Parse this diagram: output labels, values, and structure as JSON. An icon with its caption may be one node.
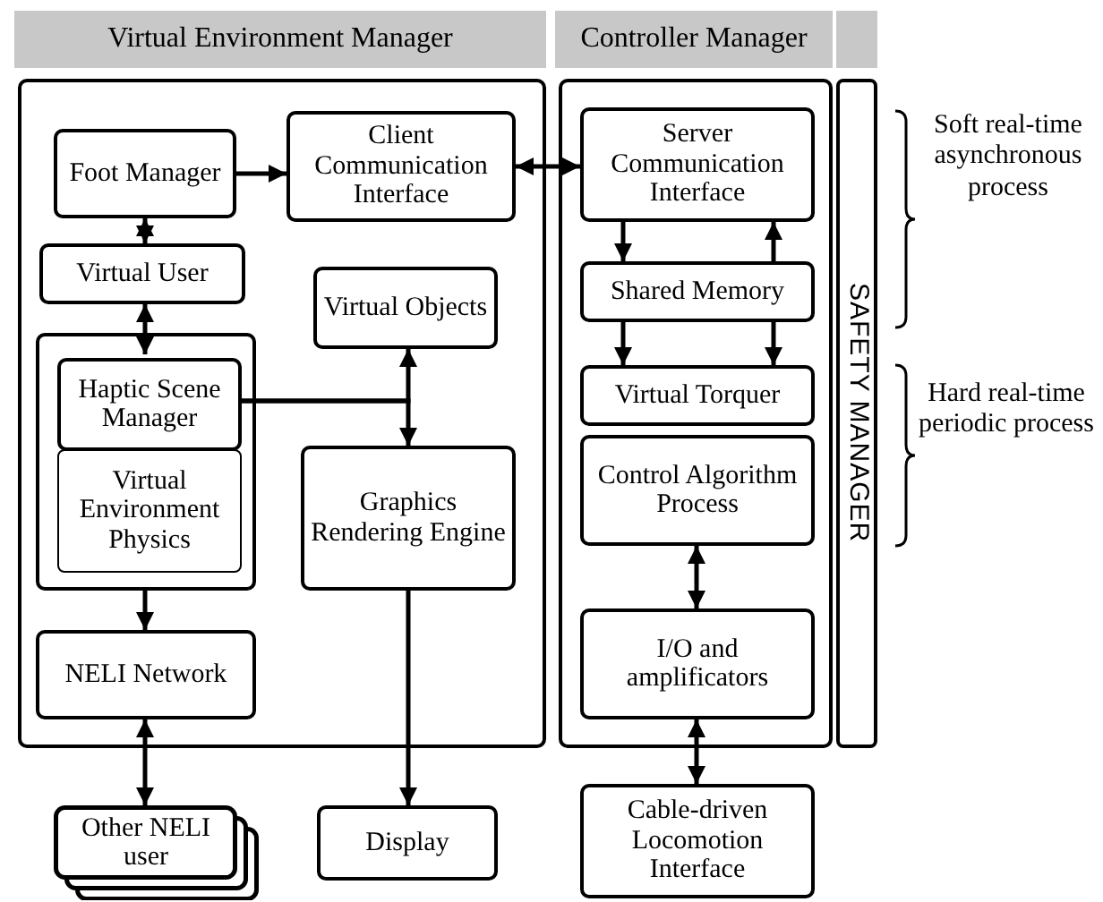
{
  "diagram": {
    "nodes": [
      {
        "text": [
          "Virtual Environment Manager"
        ]
      },
      {
        "text": [
          "Foot Manager"
        ],
        "in": 0
      },
      {
        "text": [
          "Client Communication Interface"
        ],
        "in": 0
      },
      {
        "text": [
          "Virtual User"
        ],
        "in": 0
      },
      {
        "text": [
          "Virtual Objects"
        ],
        "in": 0
      },
      {
        "text": [],
        "shape": "box",
        "in": 0
      },
      {
        "text": [
          "Haptic Scene Manager"
        ],
        "in": 5
      },
      {
        "text": [
          "Virtual Environment Physics"
        ],
        "in": 5
      },
      {
        "text": [
          "Graphics Rendering Engine"
        ],
        "in": 0
      },
      {
        "text": [
          "NELI Network"
        ],
        "in": 0
      },
      {
        "text": [
          "Controller Manager"
        ]
      },
      {
        "text": [
          "Server Communication Interface"
        ],
        "in": 10
      },
      {
        "text": [
          "Shared Memory"
        ],
        "in": 10
      },
      {
        "text": [
          "Virtual Torquer"
        ],
        "in": 10
      },
      {
        "text": [
          "Control Algorithm Process"
        ],
        "in": 10
      },
      {
        "text": [
          "I/O and amplificators"
        ],
        "in": 10
      },
      {
        "text": [
          "SAFETY MANAGER"
        ]
      },
      {
        "text": [
          "Other NELI user"
        ]
      },
      {
        "text": [
          "Display"
        ]
      },
      {
        "text": [
          "Cable-driven Locomotion Interface"
        ]
      }
    ],
    "edges": [
      {
        "from": 1,
        "to": 2,
        "arrow": "to"
      },
      {
        "from": 2,
        "to": 11,
        "arrow": "both"
      },
      {
        "from": 1,
        "to": 3,
        "arrow": "both"
      },
      {
        "from": 3,
        "to": 6,
        "arrow": "both"
      },
      {
        "from": 6,
        "to": 4,
        "arrow": "to"
      },
      {
        "from": 6,
        "to": 8,
        "arrow": "to"
      },
      {
        "from": 5,
        "to": 9,
        "arrow": "to"
      },
      {
        "from": 9,
        "to": 17,
        "arrow": "both"
      },
      {
        "from": 8,
        "to": 18,
        "arrow": "to"
      },
      {
        "from": 11,
        "to": 12,
        "arrow": "to"
      },
      {
        "from": 12,
        "to": 11,
        "arrow": "to"
      },
      {
        "from": 12,
        "to": 13,
        "arrow": "to"
      },
      {
        "from": 12,
        "to": 13,
        "arrow": "to"
      },
      {
        "from": 14,
        "to": 15,
        "arrow": "both"
      },
      {
        "from": 15,
        "to": 19,
        "arrow": "both"
      }
    ],
    "labels": [
      "Soft real-time asynchronous process",
      "Hard real-time periodic process"
    ]
  }
}
